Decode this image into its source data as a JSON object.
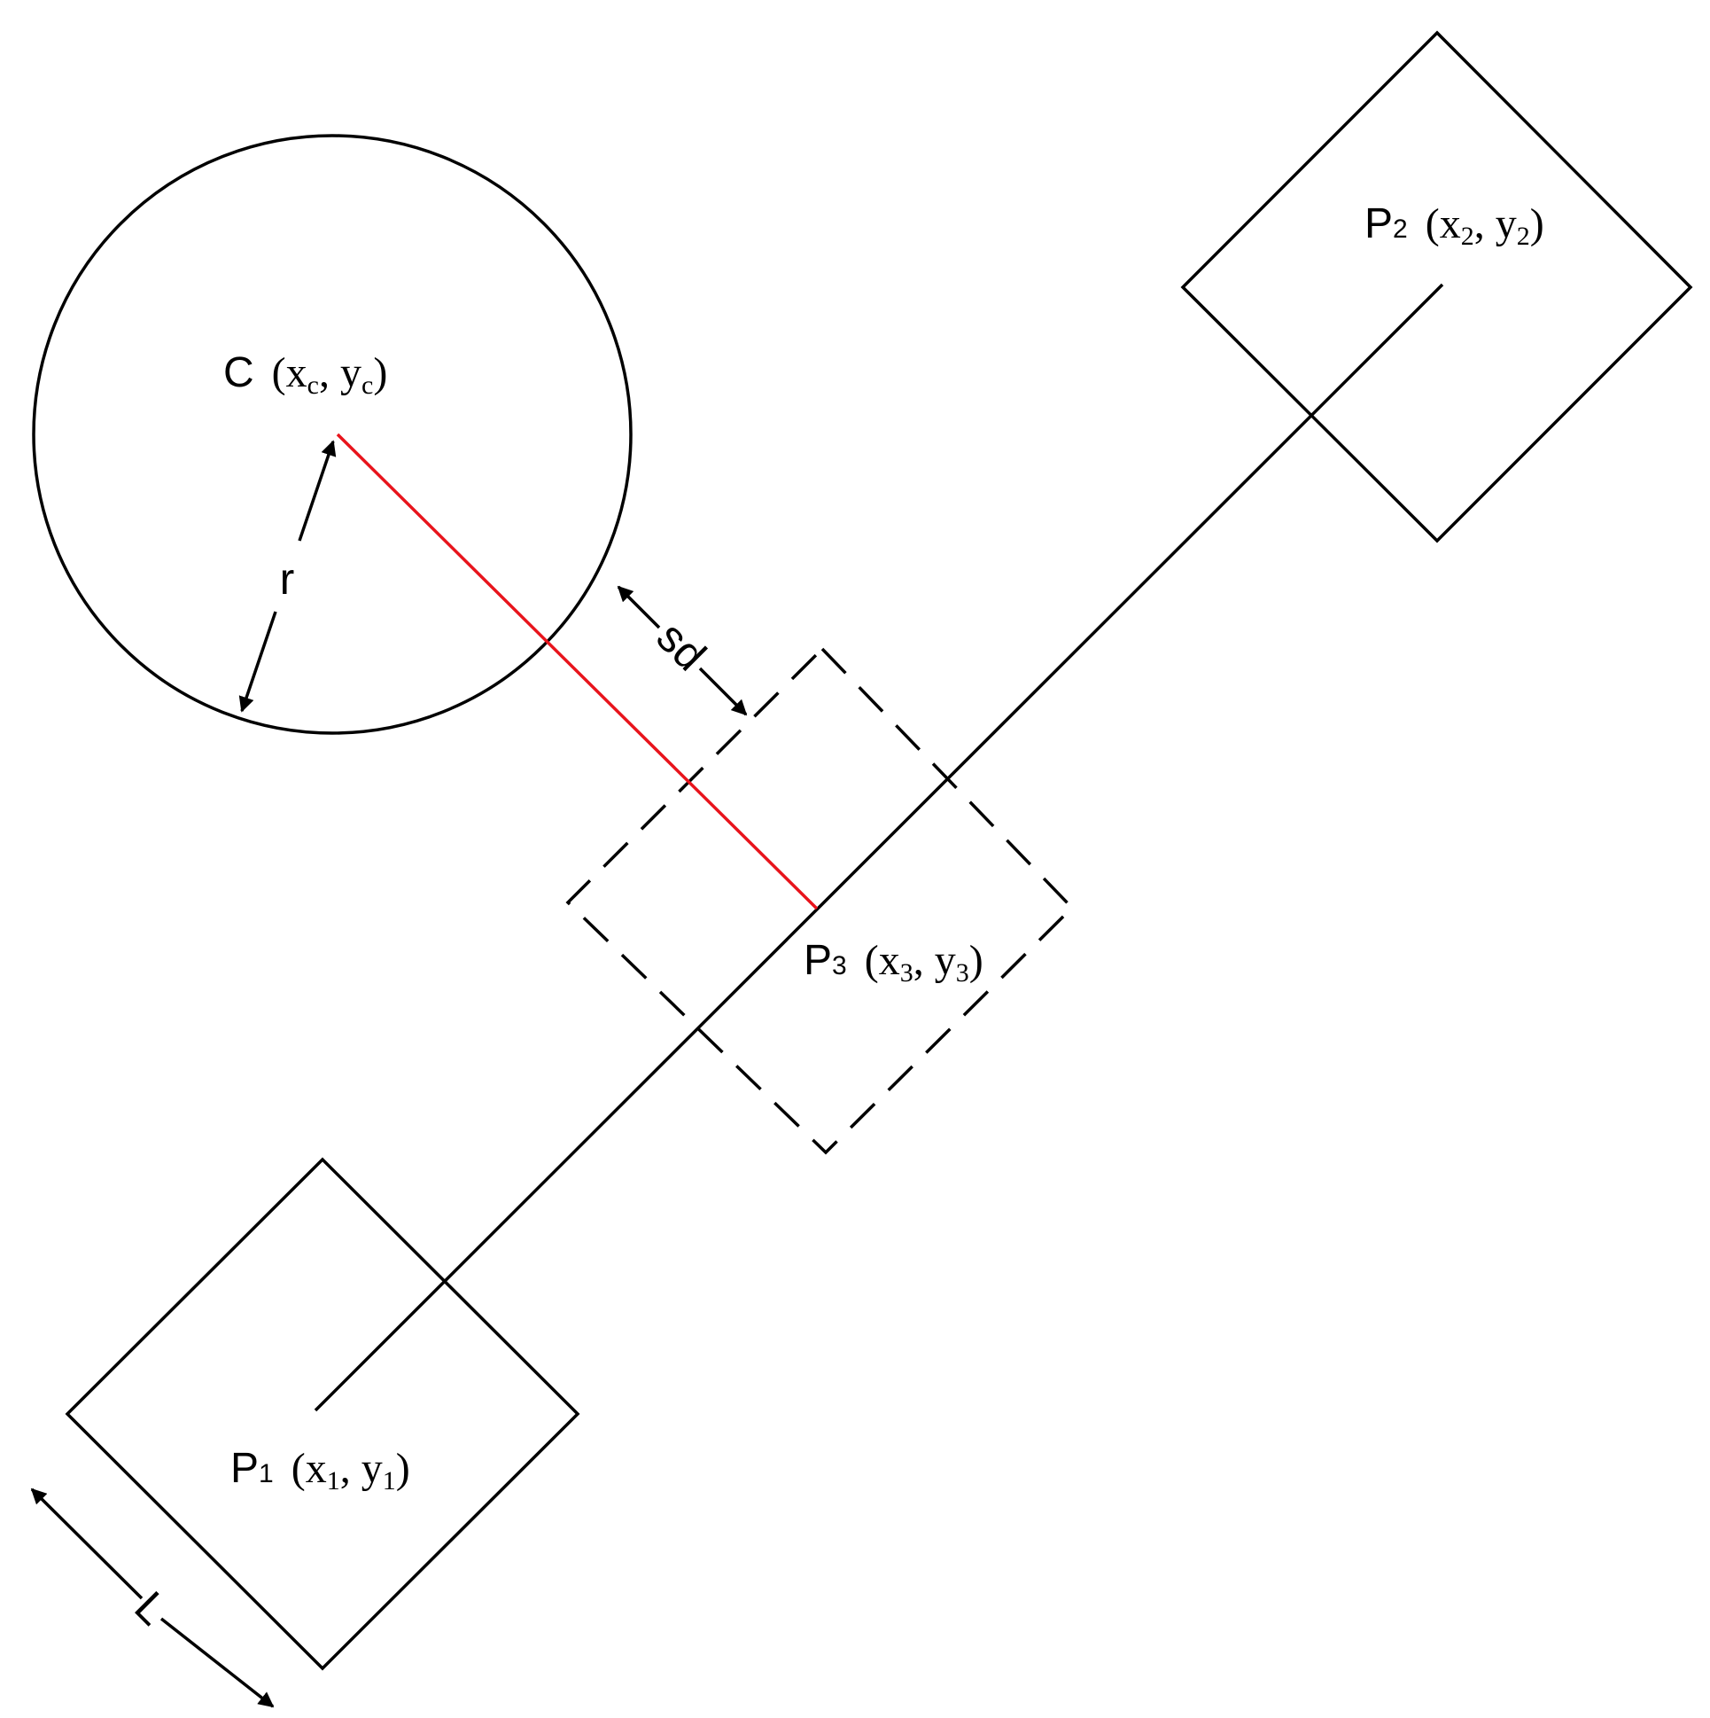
{
  "colors": {
    "stroke": "#000000",
    "highlight": "#e8141c",
    "background": "#ffffff"
  },
  "labels": {
    "center": {
      "prefix": "C",
      "open": "(x",
      "sub1": "c",
      "mid": ", y",
      "sub2": "c",
      "close": ")"
    },
    "p1": {
      "prefix": "P",
      "idx": "1",
      "open": "(x",
      "sub1": "1",
      "mid": ", y",
      "sub2": "1",
      "close": ")"
    },
    "p2": {
      "prefix": "P",
      "idx": "2",
      "open": "(x",
      "sub1": "2",
      "mid": ", y",
      "sub2": "2",
      "close": ")"
    },
    "p3": {
      "prefix": "P",
      "idx": "3",
      "open": "(x",
      "sub1": "3",
      "mid": ", y",
      "sub2": "3",
      "close": ")"
    },
    "radius": "r",
    "safety_distance": "sd",
    "side_length": "L"
  }
}
